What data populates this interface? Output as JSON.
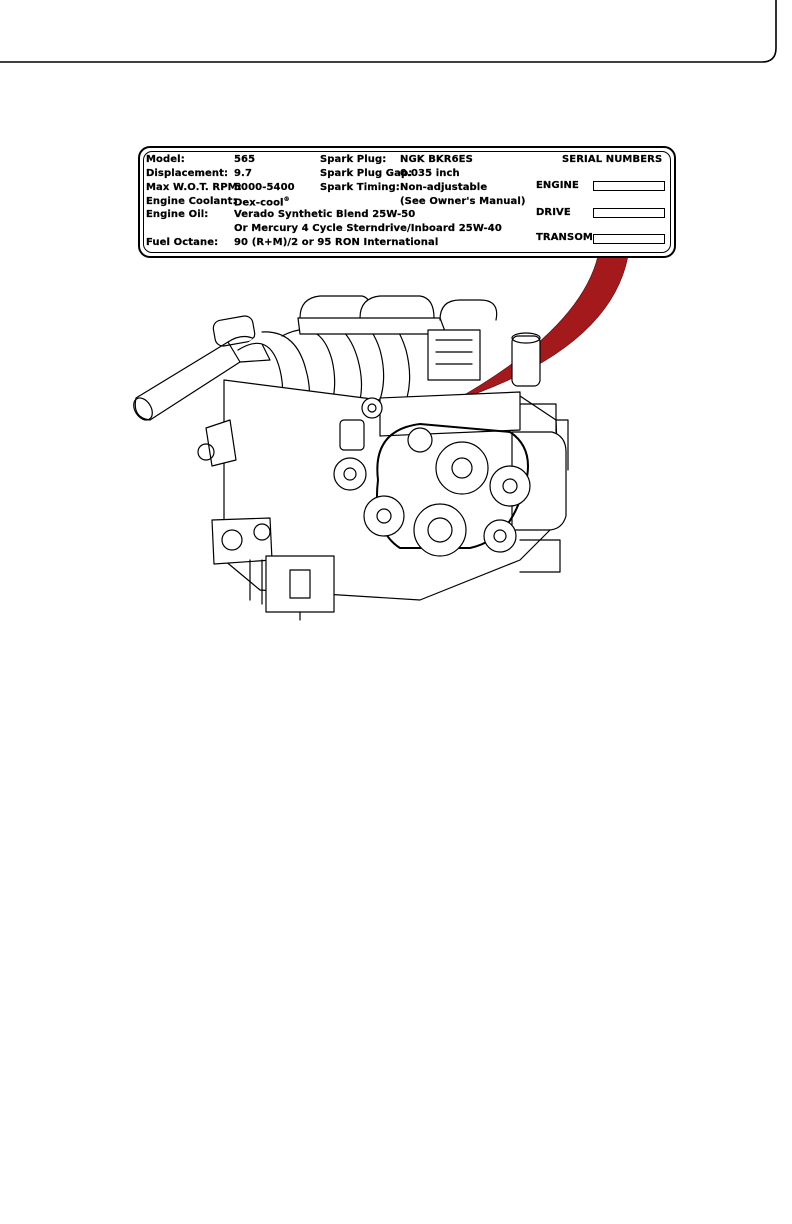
{
  "spec_label": {
    "left_column": [
      {
        "key": "Model:",
        "value": "565"
      },
      {
        "key": "Displacement:",
        "value": "9.7"
      },
      {
        "key": "Max W.O.T. RPM:",
        "value": "5000-5400"
      },
      {
        "key": "Engine Coolant:",
        "value": "Dex-cool",
        "value_mark": "®"
      },
      {
        "key": "Engine Oil:",
        "value": "Verado Synthetic Blend 25W-50"
      },
      {
        "key": "",
        "value": "Or Mercury 4 Cycle Sterndrive/Inboard 25W-40"
      },
      {
        "key": "Fuel Octane:",
        "value": "90 (R+M)/2 or 95 RON International"
      }
    ],
    "middle_column": [
      {
        "key": "Spark Plug:",
        "value": "NGK BKR6ES"
      },
      {
        "key": "Spark Plug Gap:",
        "value": "0.035 inch"
      },
      {
        "key": "Spark Timing:",
        "value": "Non-adjustable"
      },
      {
        "key": "",
        "value": "(See Owner's Manual)"
      }
    ],
    "serial_numbers": {
      "title": "SERIAL NUMBERS",
      "fields": [
        {
          "label": "ENGINE"
        },
        {
          "label": "DRIVE"
        },
        {
          "label": "TRANSOM"
        }
      ]
    }
  },
  "colors": {
    "callout_red": "#a3191c",
    "line": "#000000",
    "background": "#ffffff"
  }
}
